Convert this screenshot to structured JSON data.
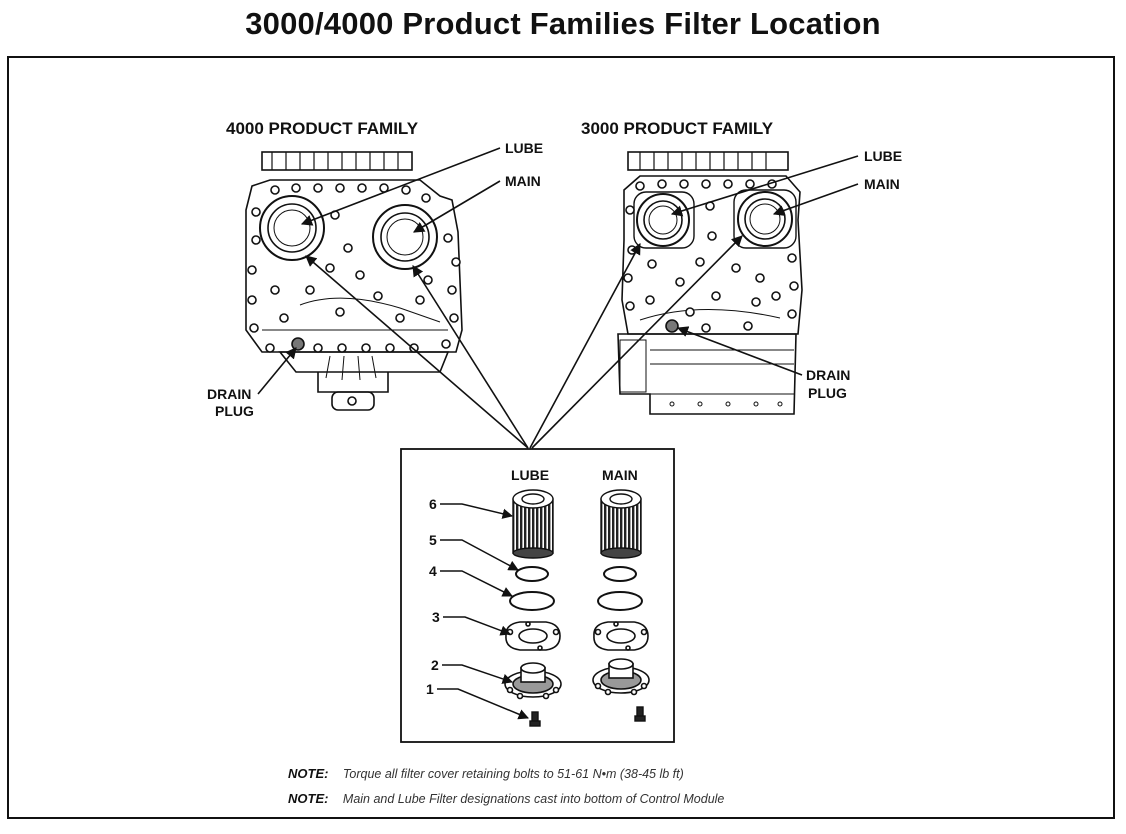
{
  "title": "3000/4000 Product Families Filter Location",
  "families": {
    "left": {
      "heading": "4000 PRODUCT FAMILY",
      "lube_label": "LUBE",
      "main_label": "MAIN",
      "drain_line1": "DRAIN",
      "drain_line2": "PLUG"
    },
    "right": {
      "heading": "3000 PRODUCT FAMILY",
      "lube_label": "LUBE",
      "main_label": "MAIN",
      "drain_line1": "DRAIN",
      "drain_line2": "PLUG"
    }
  },
  "detail": {
    "lube_header": "LUBE",
    "main_header": "MAIN",
    "callouts": [
      "6",
      "5",
      "4",
      "3",
      "2",
      "1"
    ]
  },
  "notes": [
    {
      "key": "NOTE:",
      "text": "Torque all filter cover retaining bolts to 51-61 N•m (38-45 lb ft)"
    },
    {
      "key": "NOTE:",
      "text": "Main and Lube Filter designations cast into bottom of Control Module"
    }
  ]
}
